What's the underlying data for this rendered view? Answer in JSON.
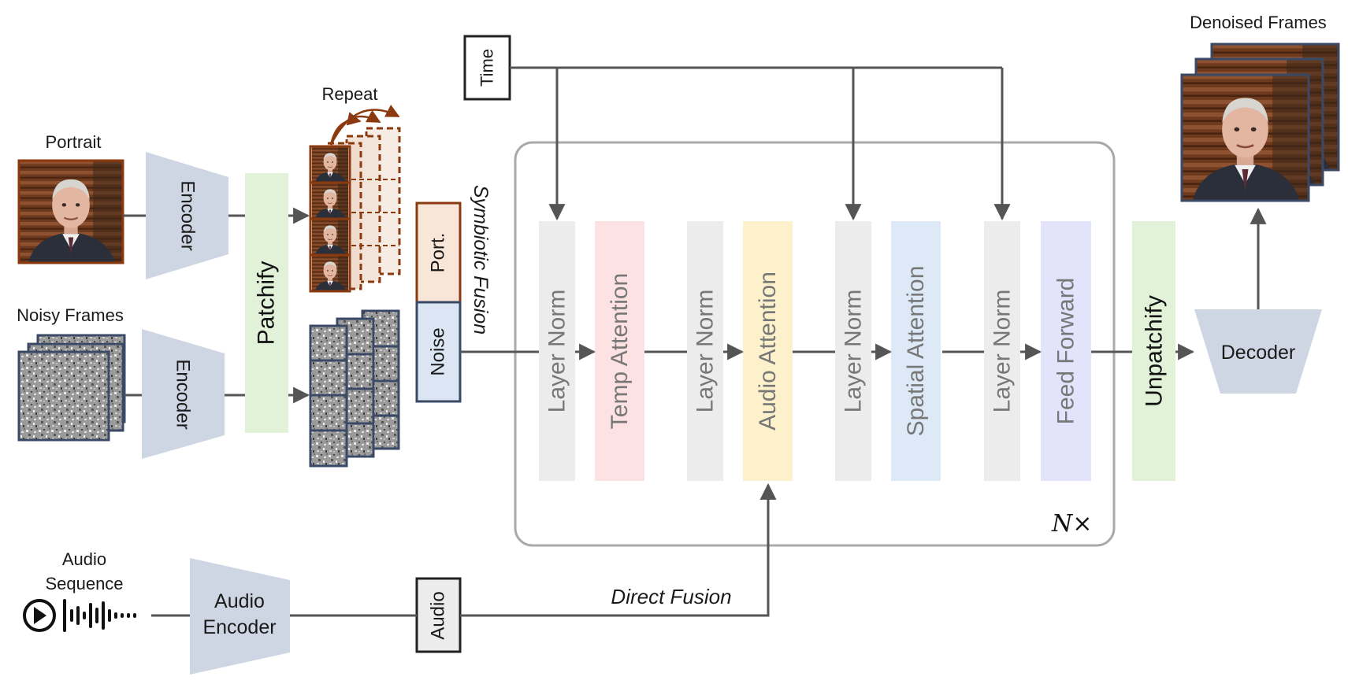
{
  "inputs": {
    "portrait": "Portrait",
    "noisy_frames": "Noisy Frames",
    "audio_sequence_line1": "Audio",
    "audio_sequence_line2": "Sequence",
    "repeat": "Repeat",
    "time": "Time"
  },
  "encoders": {
    "portrait_encoder": "Encoder",
    "noise_encoder": "Encoder",
    "audio_encoder_line1": "Audio",
    "audio_encoder_line2": "Encoder"
  },
  "tokens": {
    "patchify": "Patchify",
    "portrait_token": "Port.",
    "noise_token": "Noise",
    "audio_token": "Audio",
    "symbiotic_fusion": "Symbiotic Fusion",
    "direct_fusion": "Direct Fusion"
  },
  "transformer": {
    "layers": [
      {
        "label": "Layer Norm",
        "color": "#ececec"
      },
      {
        "label": "Temp Attention",
        "color": "#fde2e4"
      },
      {
        "label": "Layer Norm",
        "color": "#ececec"
      },
      {
        "label": "Audio Attention",
        "color": "#fdf1cc"
      },
      {
        "label": "Layer Norm",
        "color": "#ececec"
      },
      {
        "label": "Spatial Attention",
        "color": "#dde9f6"
      },
      {
        "label": "Layer Norm",
        "color": "#ececec"
      },
      {
        "label": "Feed Forward",
        "color": "#e3e3fb"
      }
    ],
    "repeat_label": "N×"
  },
  "outputs": {
    "unpatchify": "Unpatchify",
    "decoder": "Decoder",
    "denoised_frames": "Denoised Frames"
  },
  "colors": {
    "encoder": "#cfd6e3",
    "patchify": "#e2f2d9",
    "portrait_token": "#f8e6d9",
    "noise_token": "#dbe5f3",
    "portrait_border": "#8b3a0f",
    "frame_border": "#3a4a66",
    "line": "#555555"
  }
}
